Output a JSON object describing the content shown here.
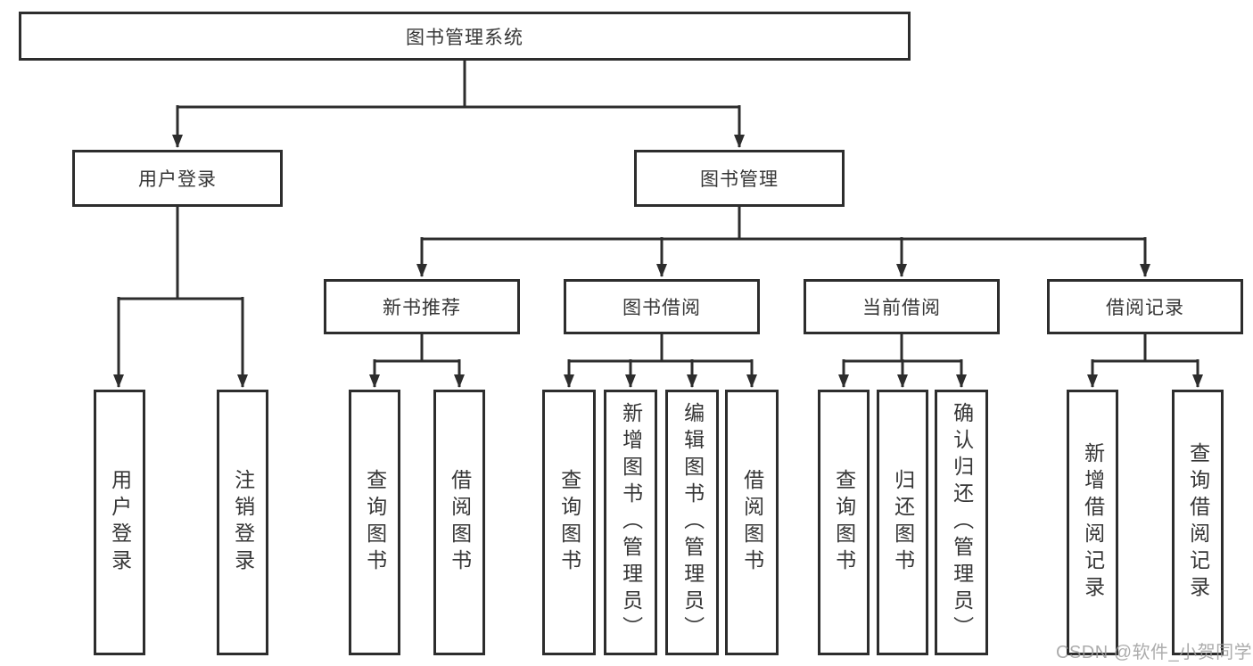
{
  "diagram": {
    "title": "图书管理系统",
    "type": "hierarchy-tree",
    "tree": {
      "label": "图书管理系统",
      "children": [
        {
          "label": "用户登录",
          "children": [
            {
              "label": "用户登录"
            },
            {
              "label": "注销登录"
            }
          ]
        },
        {
          "label": "图书管理",
          "children": [
            {
              "label": "新书推荐",
              "children": [
                {
                  "label": "查询图书"
                },
                {
                  "label": "借阅图书"
                }
              ]
            },
            {
              "label": "图书借阅",
              "children": [
                {
                  "label": "查询图书"
                },
                {
                  "label": "新增图书（管理员）"
                },
                {
                  "label": "编辑图书（管理员）"
                },
                {
                  "label": "借阅图书"
                }
              ]
            },
            {
              "label": "当前借阅",
              "children": [
                {
                  "label": "查询图书"
                },
                {
                  "label": "归还图书"
                },
                {
                  "label": "确认归还（管理员）"
                }
              ]
            },
            {
              "label": "借阅记录",
              "children": [
                {
                  "label": "新增借阅记录"
                },
                {
                  "label": "查询借阅记录"
                }
              ]
            }
          ]
        }
      ]
    },
    "colors": {
      "background": "#ffffff",
      "box_border": "#2d2d2d",
      "line": "#2d2d2d",
      "text": "#363636",
      "watermark": "#9e9e9e"
    }
  },
  "watermark": {
    "text": "CSDN @软件_小贺同学"
  }
}
